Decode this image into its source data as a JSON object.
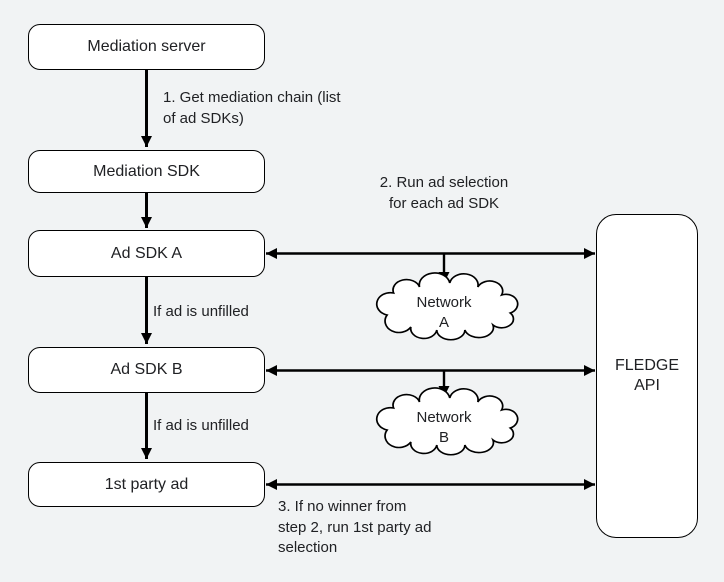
{
  "colors": {
    "background": "#f1f3f4",
    "node_fill": "#ffffff",
    "stroke": "#000000",
    "text": "#202124"
  },
  "nodes": {
    "mediation_server": {
      "label": "Mediation server"
    },
    "mediation_sdk": {
      "label": "Mediation SDK"
    },
    "ad_sdk_a": {
      "label": "Ad SDK A"
    },
    "ad_sdk_b": {
      "label": "Ad SDK B"
    },
    "first_party_ad": {
      "label": "1st party ad"
    },
    "fledge_api": {
      "label": "FLEDGE\nAPI"
    },
    "network_a": {
      "label": "Network\nA"
    },
    "network_b": {
      "label": "Network\nB"
    }
  },
  "annotations": {
    "step1": "1. Get mediation chain (list\nof ad SDKs)",
    "step2": "2. Run ad selection\nfor each ad SDK",
    "if_unfilled_1": "If ad is unfilled",
    "if_unfilled_2": "If ad is unfilled",
    "step3": "3. If no winner from\nstep 2, run 1st party ad\nselection"
  }
}
